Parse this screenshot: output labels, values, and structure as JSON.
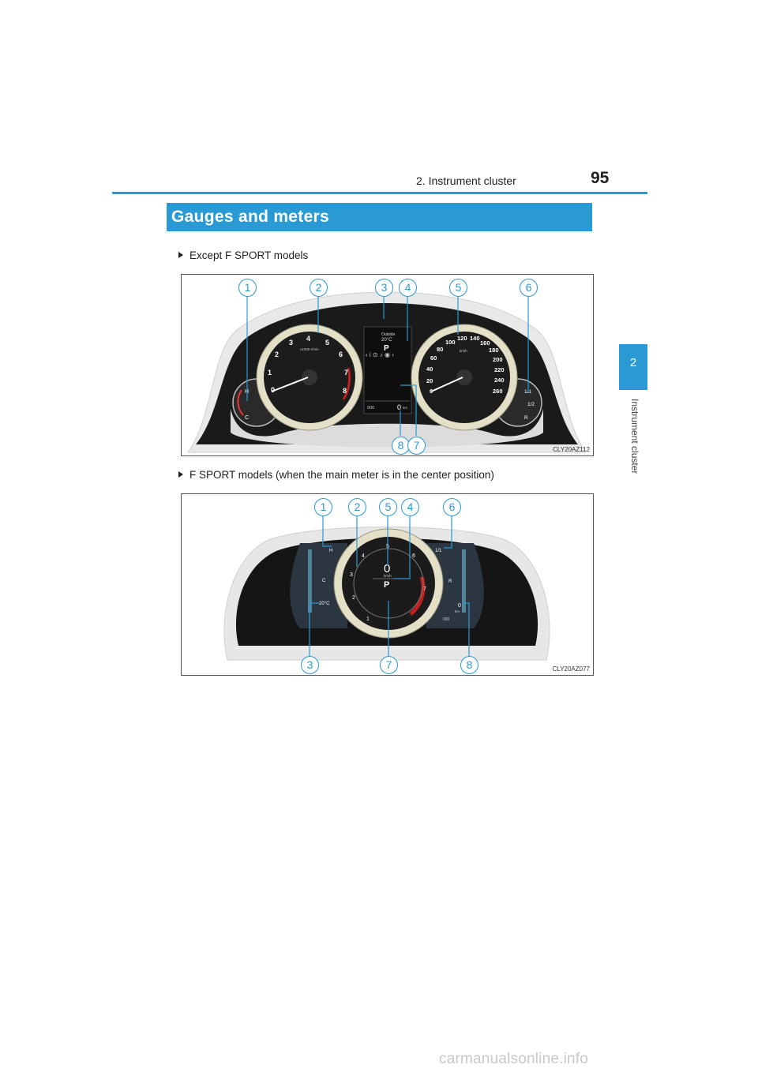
{
  "header": {
    "section_title": "2. Instrument cluster",
    "page_number": "95"
  },
  "side_tab": {
    "number": "2",
    "label": "Instrument cluster"
  },
  "section": {
    "title": "Gauges and meters"
  },
  "figures": [
    {
      "caption": "Except F SPORT models",
      "code": "CLY20AZ112",
      "callouts_top": [
        "1",
        "2",
        "3",
        "4",
        "5",
        "6"
      ],
      "callouts_bottom": [
        "8",
        "7"
      ],
      "display": {
        "outside_label": "Outside",
        "outside_temp": "20°C",
        "shift": "P",
        "odo": "000",
        "trip": "0",
        "trip_unit": "km"
      },
      "tach": {
        "ticks": [
          "0",
          "1",
          "2",
          "3",
          "4",
          "5",
          "6",
          "7",
          "8"
        ],
        "unit": "x1000 r/min"
      },
      "speedo": {
        "ticks": [
          "0",
          "20",
          "40",
          "60",
          "80",
          "100",
          "120",
          "140",
          "160",
          "180",
          "200",
          "220",
          "240",
          "260"
        ],
        "unit": "km/h"
      },
      "temp_gauge": {
        "high": "H",
        "low": "C"
      },
      "fuel_gauge": {
        "full": "1/1",
        "half": "1/2",
        "empty": "R"
      }
    },
    {
      "caption": "F SPORT models (when the main meter is in the center position)",
      "code": "CLY20AZ077",
      "callouts_top": [
        "1",
        "2",
        "5",
        "4",
        "6"
      ],
      "callouts_bottom": [
        "3",
        "7",
        "8"
      ],
      "display": {
        "speed": "0",
        "speed_unit": "km/h",
        "shift": "P",
        "outside_temp": "20°C",
        "trip": "0",
        "trip_unit": "km",
        "odo": "000"
      },
      "tach": {
        "ticks": [
          "1",
          "2",
          "3",
          "4",
          "5",
          "6",
          "7"
        ]
      },
      "temp_gauge": {
        "high": "H",
        "low": "C"
      },
      "fuel_gauge": {
        "full": "1/1",
        "empty": "R"
      }
    }
  ],
  "footer": {
    "watermark": "carmanualsonline.info"
  },
  "colors": {
    "accent": "#2a9ad4",
    "text": "#231f20",
    "panel": "#151515",
    "ring": "#e4e0c8"
  }
}
